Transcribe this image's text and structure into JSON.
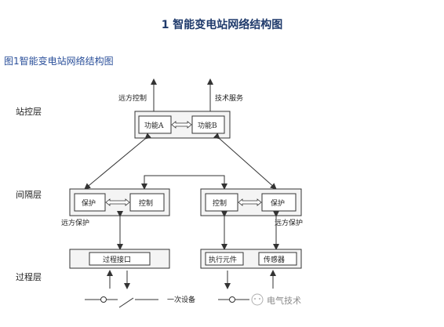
{
  "heading": "1 智能变电站网络结构图",
  "caption": "图1智能变电站网络结构图",
  "layers": {
    "station": "站控层",
    "bay": "间隔层",
    "process": "过程层"
  },
  "station": {
    "remote_control": "远方控制",
    "tech_service": "技术服务",
    "function_a": "功能A",
    "function_b": "功能B"
  },
  "bay_left": {
    "protection": "保护",
    "control": "控制",
    "remote_protection": "远方保护"
  },
  "bay_right": {
    "control": "控制",
    "protection": "保护",
    "remote_protection": "远方保护"
  },
  "process": {
    "process_interface": "过程接口",
    "actuator": "执行元件",
    "sensor": "传感器"
  },
  "primary_equipment": "一次设备",
  "watermark": "电气技术"
}
